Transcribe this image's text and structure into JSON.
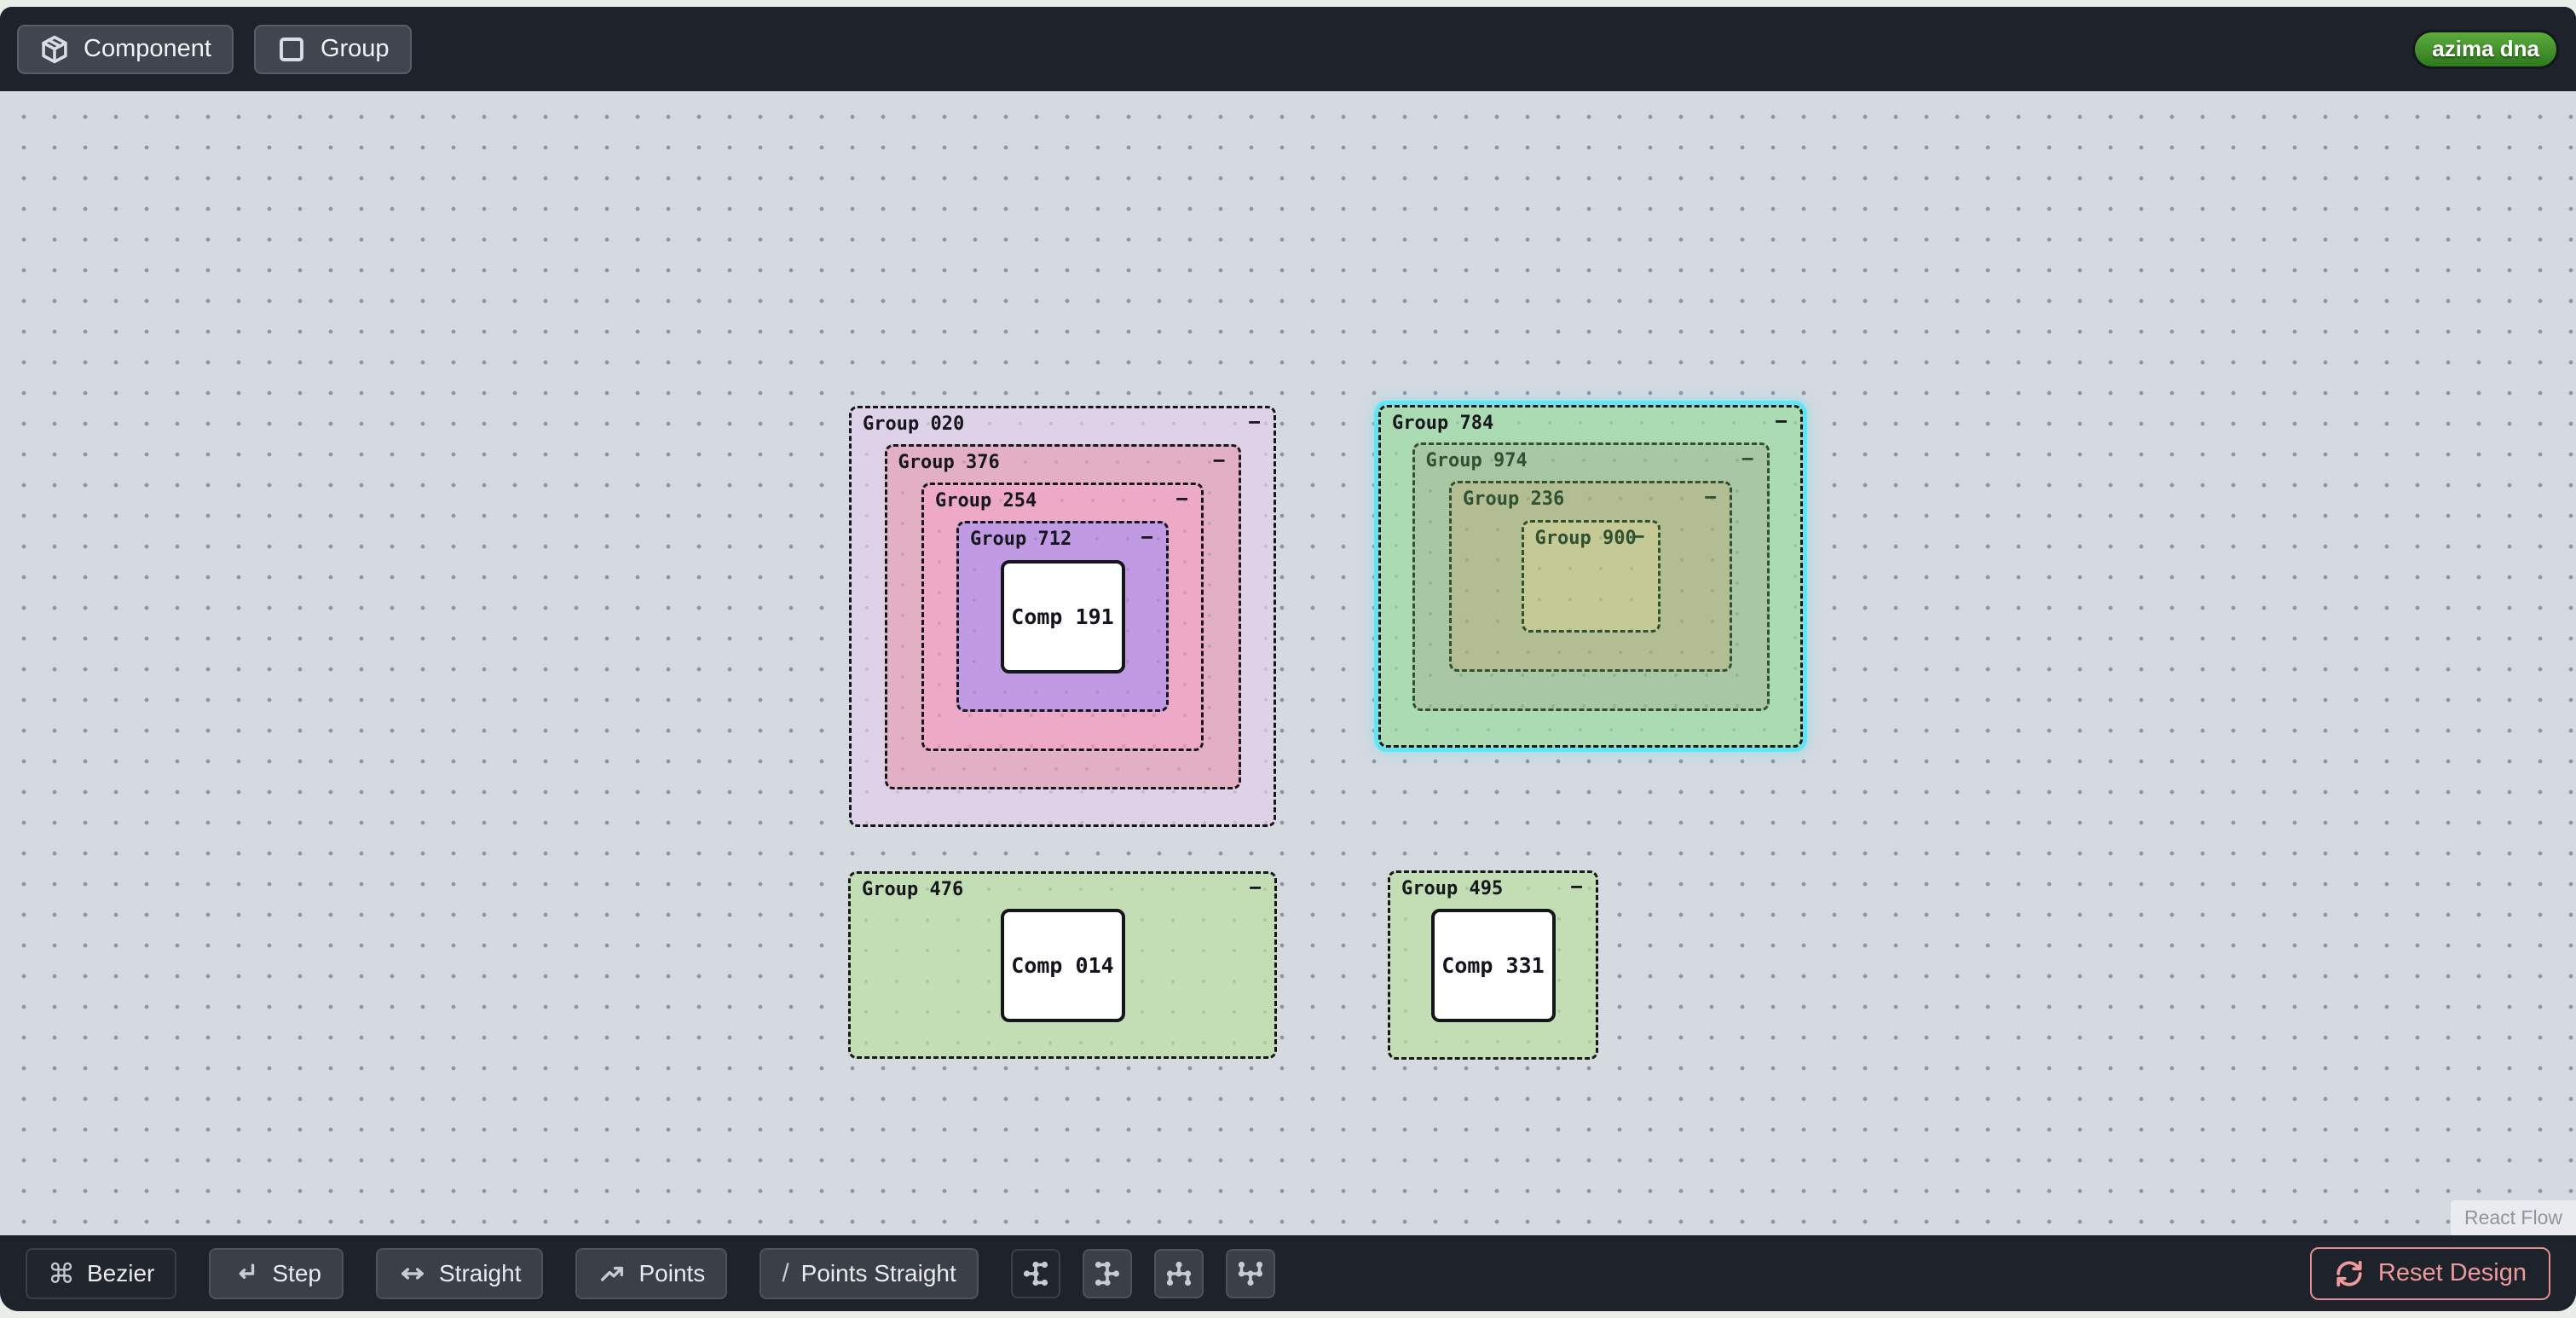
{
  "glyphs": {
    "minus": "−",
    "command": "⌘",
    "slash": "/"
  },
  "header": {
    "component_button": "Component",
    "group_button": "Group",
    "brand_badge": "azima dna"
  },
  "canvas": {
    "attribution": "React Flow",
    "background_color": "#d5d9e0",
    "selection_color": "#5fe6f5",
    "nodes": [
      {
        "id": "group-020",
        "type": "group",
        "label": "Group 020",
        "fill": "#ded2e9",
        "border": "#16161d"
      },
      {
        "id": "group-376",
        "type": "group",
        "label": "Group 376",
        "fill": "#e2afc3",
        "border": "#16161d"
      },
      {
        "id": "group-254",
        "type": "group",
        "label": "Group 254",
        "fill": "#eda9c5",
        "border": "#16161d"
      },
      {
        "id": "group-712",
        "type": "group",
        "label": "Group 712",
        "fill": "#c09be4",
        "border": "#16161d"
      },
      {
        "id": "comp-191",
        "type": "component",
        "label": "Comp 191",
        "fill": "#ffffff",
        "border": "#15151c"
      },
      {
        "id": "group-784",
        "type": "group",
        "label": "Group 784",
        "fill": "#abdbb3",
        "border": "#16161d",
        "selected": true
      },
      {
        "id": "group-974",
        "type": "group",
        "label": "Group 974",
        "fill": "#a8c7a5",
        "border": "#2e5233"
      },
      {
        "id": "group-236",
        "type": "group",
        "label": "Group 236",
        "fill": "#b2bd92",
        "border": "#2e5233"
      },
      {
        "id": "group-900",
        "type": "group",
        "label": "Group 900",
        "fill": "#c5c993",
        "border": "#2e5233"
      },
      {
        "id": "group-476",
        "type": "group",
        "label": "Group 476",
        "fill": "#c3ddb4",
        "border": "#16161d"
      },
      {
        "id": "comp-014",
        "type": "component",
        "label": "Comp 014",
        "fill": "#ffffff",
        "border": "#15151c"
      },
      {
        "id": "group-495",
        "type": "group",
        "label": "Group 495",
        "fill": "#c3ddb4",
        "border": "#16161d"
      },
      {
        "id": "comp-331",
        "type": "component",
        "label": "Comp 331",
        "fill": "#ffffff",
        "border": "#15151c"
      }
    ]
  },
  "footer": {
    "edge_type_buttons": [
      {
        "label": "Bezier",
        "icon": "spline-icon",
        "active": true
      },
      {
        "label": "Step",
        "icon": "corner-down-left-icon",
        "active": false
      },
      {
        "label": "Straight",
        "icon": "horizontal-arrows-icon",
        "active": false
      },
      {
        "label": "Points",
        "icon": "zigzag-arrow-icon",
        "active": false
      },
      {
        "label": "Points Straight",
        "icon": "slash-icon",
        "active": false
      }
    ],
    "layout_buttons": [
      {
        "icon": "tree-layout-left-icon",
        "active": true
      },
      {
        "icon": "tree-layout-right-icon",
        "active": false
      },
      {
        "icon": "tree-layout-up-icon",
        "active": false
      },
      {
        "icon": "tree-layout-down-icon",
        "active": false
      }
    ],
    "reset_button": "Reset Design"
  },
  "colors": {
    "toolbar_bg": "#1e222a",
    "button_bg": "#3a3f48",
    "button_active_bg": "#21252c",
    "badge_green_top": "#5cab3d",
    "badge_green_bottom": "#2e7a1d",
    "reset_pink": "#ef9a9a",
    "page_bg": "#e9eee9"
  }
}
